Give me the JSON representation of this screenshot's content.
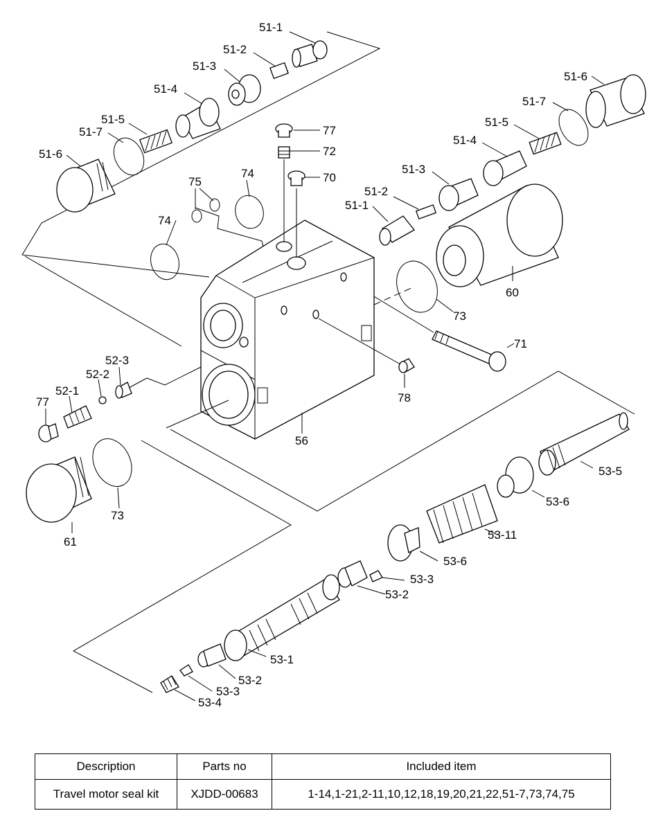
{
  "labels": {
    "l_51_1a": "51-1",
    "l_51_2a": "51-2",
    "l_51_3a": "51-3",
    "l_51_4a": "51-4",
    "l_51_5a": "51-5",
    "l_51_7a": "51-7",
    "l_51_6a": "51-6",
    "l_51_6b": "51-6",
    "l_51_7b": "51-7",
    "l_51_5b": "51-5",
    "l_51_4b": "51-4",
    "l_51_3b": "51-3",
    "l_51_2b": "51-2",
    "l_51_1b": "51-1",
    "l_77a": "77",
    "l_72": "72",
    "l_70": "70",
    "l_74a": "74",
    "l_75": "75",
    "l_74b": "74",
    "l_60": "60",
    "l_73a": "73",
    "l_71": "71",
    "l_78": "78",
    "l_56": "56",
    "l_52_3": "52-3",
    "l_52_2": "52-2",
    "l_52_1": "52-1",
    "l_77b": "77",
    "l_73b": "73",
    "l_61": "61",
    "l_53_5": "53-5",
    "l_53_6a": "53-6",
    "l_53_11": "53-11",
    "l_53_6b": "53-6",
    "l_53_3a": "53-3",
    "l_53_2a": "53-2",
    "l_53_1": "53-1",
    "l_53_2b": "53-2",
    "l_53_3b": "53-3",
    "l_53_4": "53-4"
  },
  "table": {
    "headers": [
      "Description",
      "Parts no",
      "Included item"
    ],
    "row": {
      "description": "Travel motor seal kit",
      "parts_no": "XJDD-00683",
      "included": "1-14,1-21,2-11,10,12,18,19,20,21,22,51-7,73,74,75"
    }
  }
}
